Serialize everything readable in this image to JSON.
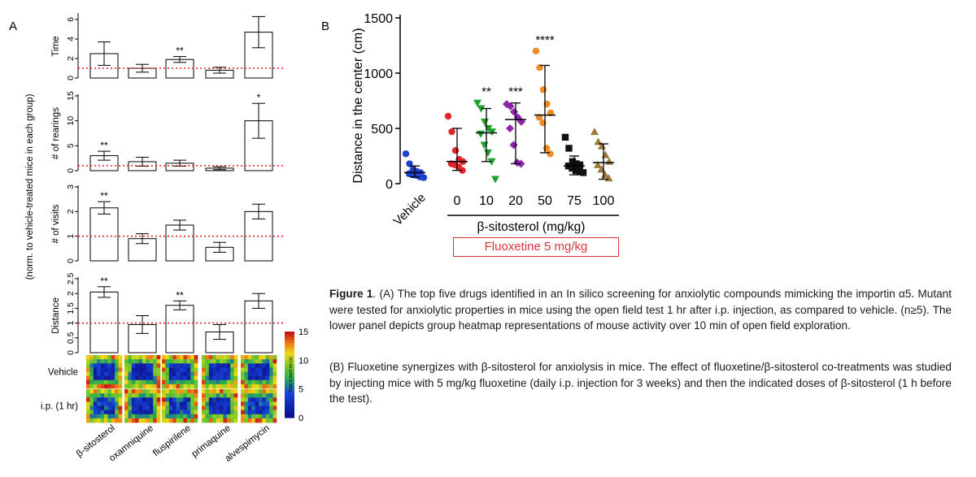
{
  "panel_labels": {
    "a": "A",
    "b": "B"
  },
  "captions": {
    "a_prefix": "Figure 1",
    "a_text": ". (A) The top five drugs identified in an In silico screening for anxiolytic compounds mimicking the importin α5. Mutant were tested for anxiolytic properties in mice using the open field test 1 hr after i.p. injection, as compared to vehicle. (n≥5). The lower panel depicts group heatmap representations of mouse activity over 10 min of open field exploration.",
    "b_text": "(B) Fluoxetine synergizes with β-sitosterol for anxiolysis in mice. The effect of fluoxetine/β-sitosterol co-treatments was studied by injecting mice with 5 mg/kg fluoxetine (daily i.p. injection for 3 weeks) and then the indicated doses of β-sitosterol (1 h before the test)."
  },
  "colors": {
    "reference_line": "#e0262b",
    "fluox_box": "#d9363e"
  },
  "chart_data": [
    {
      "type": "bar",
      "panel": "A-time",
      "ylabel": "Time",
      "categories": [
        "β-sitosterol",
        "oxamniquine",
        "fluspirilene",
        "primaquine",
        "alvespimycin"
      ],
      "values": [
        2.5,
        1.0,
        1.9,
        0.8,
        4.7
      ],
      "errors": [
        1.2,
        0.4,
        0.3,
        0.3,
        1.6
      ],
      "significance": [
        "",
        "",
        "**",
        "",
        ""
      ],
      "yticks": [
        0,
        2,
        4,
        6
      ],
      "ylim": [
        0,
        6.5
      ],
      "reference_line": 1
    },
    {
      "type": "bar",
      "panel": "A-rearings",
      "ylabel": "# of rearings",
      "categories": [
        "β-sitosterol",
        "oxamniquine",
        "fluspirilene",
        "primaquine",
        "alvespimycin"
      ],
      "values": [
        3.0,
        1.8,
        1.5,
        0.5,
        10.0
      ],
      "errors": [
        0.9,
        0.9,
        0.6,
        0.3,
        3.5
      ],
      "significance": [
        "**",
        "",
        "",
        "",
        "*"
      ],
      "yticks": [
        0,
        5,
        10,
        15
      ],
      "ylim": [
        0,
        15
      ],
      "reference_line": 1
    },
    {
      "type": "bar",
      "panel": "A-visits",
      "ylabel": "# of visits",
      "categories": [
        "β-sitosterol",
        "oxamniquine",
        "fluspirilene",
        "primaquine",
        "alvespimycin"
      ],
      "values": [
        2.15,
        0.9,
        1.45,
        0.55,
        2.0
      ],
      "errors": [
        0.25,
        0.2,
        0.2,
        0.2,
        0.3
      ],
      "significance": [
        "**",
        "",
        "",
        "",
        ""
      ],
      "yticks": [
        0,
        1,
        2,
        3
      ],
      "ylim": [
        0,
        3
      ],
      "reference_line": 1
    },
    {
      "type": "bar",
      "panel": "A-distance",
      "ylabel": "Distance",
      "categories": [
        "β-sitosterol",
        "oxamniquine",
        "fluspirilene",
        "primaquine",
        "alvespimycin"
      ],
      "values": [
        2.05,
        0.95,
        1.6,
        0.7,
        1.75
      ],
      "errors": [
        0.18,
        0.3,
        0.15,
        0.25,
        0.25
      ],
      "significance": [
        "**",
        "",
        "**",
        "",
        ""
      ],
      "yticks": [
        0,
        0.5,
        1,
        1.5,
        2,
        2.5
      ],
      "yticklabels": [
        "0",
        "0.5",
        "1",
        "1.5",
        "2",
        "2.5"
      ],
      "ylim": [
        0,
        2.5
      ],
      "reference_line": 1
    },
    {
      "type": "heatmap",
      "panel": "A-heatmap",
      "rows": [
        "Vehicle",
        "i.p. (1 hr)"
      ],
      "colorbar_ticks": [
        0,
        5,
        10,
        15
      ],
      "colorbar_label": "Time in each bin (s)",
      "shared_ylabel": "(norm. to vehicle-treated mice in each group)"
    },
    {
      "type": "scatter",
      "panel": "B",
      "ylabel": "Distance in the center (cm)",
      "xlabel": "β-sitosterol (mg/kg)",
      "categories": [
        "Vehicle",
        "0",
        "10",
        "20",
        "50",
        "75",
        "100"
      ],
      "group_label": "Fluoxetine 5 mg/kg",
      "yticks": [
        0,
        500,
        1000,
        1500
      ],
      "ylim": [
        0,
        1500
      ],
      "series": [
        {
          "category": "Vehicle",
          "marker": "circle",
          "color": "#1f3fcf",
          "points": [
            270,
            180,
            130,
            110,
            100,
            90,
            80,
            75,
            60,
            55
          ],
          "mean": 100,
          "sd_low": 60,
          "sd_high": 160,
          "significance": ""
        },
        {
          "category": "0",
          "marker": "circle",
          "color": "#e3242b",
          "points": [
            610,
            470,
            300,
            220,
            200,
            180,
            170,
            150,
            120
          ],
          "mean": 200,
          "sd_low": 120,
          "sd_high": 500,
          "significance": ""
        },
        {
          "category": "10",
          "marker": "triangle-down",
          "color": "#1aa12b",
          "points": [
            730,
            680,
            560,
            500,
            470,
            450,
            350,
            280,
            200,
            40
          ],
          "mean": 460,
          "sd_low": 200,
          "sd_high": 680,
          "significance": "**"
        },
        {
          "category": "20",
          "marker": "diamond",
          "color": "#8e24aa",
          "points": [
            720,
            700,
            650,
            600,
            560,
            500,
            350,
            190,
            180
          ],
          "mean": 580,
          "sd_low": 180,
          "sd_high": 730,
          "significance": "***"
        },
        {
          "category": "50",
          "marker": "circle",
          "color": "#f08a24",
          "points": [
            1200,
            1050,
            850,
            720,
            640,
            600,
            550,
            320,
            270
          ],
          "mean": 620,
          "sd_low": 280,
          "sd_high": 1070,
          "significance": "****"
        },
        {
          "category": "75",
          "marker": "square",
          "color": "#111111",
          "points": [
            420,
            320,
            200,
            180,
            170,
            160,
            140,
            120,
            110,
            100
          ],
          "mean": 160,
          "sd_low": 80,
          "sd_high": 250,
          "significance": ""
        },
        {
          "category": "100",
          "marker": "triangle-up",
          "color": "#9c7a3c",
          "points": [
            470,
            380,
            340,
            260,
            200,
            170,
            130,
            80,
            50
          ],
          "mean": 190,
          "sd_low": 40,
          "sd_high": 360,
          "significance": ""
        }
      ]
    }
  ]
}
